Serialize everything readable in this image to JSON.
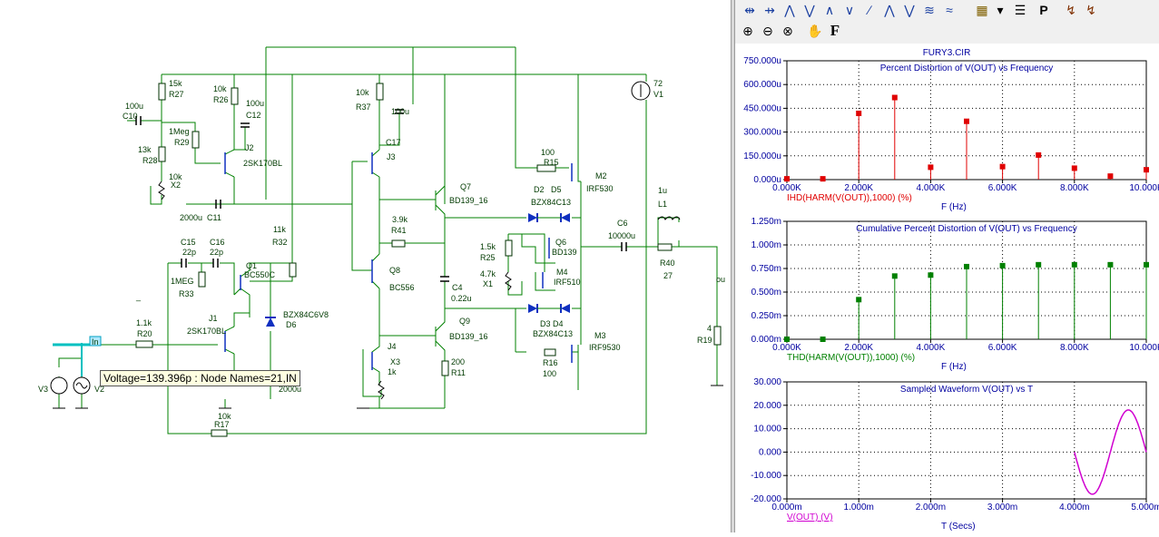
{
  "schematic": {
    "labels": [
      {
        "t": "15k"
      },
      {
        "t": "R27"
      },
      {
        "t": "10k"
      },
      {
        "t": "R26"
      },
      {
        "t": "100u"
      },
      {
        "t": "C10"
      },
      {
        "t": "100u"
      },
      {
        "t": "C12"
      },
      {
        "t": "1Meg"
      },
      {
        "t": "R29"
      },
      {
        "t": "J2"
      },
      {
        "t": "2SK170BL"
      },
      {
        "t": "13k"
      },
      {
        "t": "R28"
      },
      {
        "t": "10k"
      },
      {
        "t": "X2"
      },
      {
        "t": "2000u"
      },
      {
        "t": "C11"
      },
      {
        "t": "10k"
      },
      {
        "t": "R37"
      },
      {
        "t": "100u"
      },
      {
        "t": "C17"
      },
      {
        "t": "J3"
      },
      {
        "t": "Q7"
      },
      {
        "t": "BD139_16"
      },
      {
        "t": "3.9k"
      },
      {
        "t": "R41"
      },
      {
        "t": "Q8"
      },
      {
        "t": "BC556"
      },
      {
        "t": "C4"
      },
      {
        "t": "0.22u"
      },
      {
        "t": "Q9"
      },
      {
        "t": "BD139_16"
      },
      {
        "t": "J4"
      },
      {
        "t": "X3"
      },
      {
        "t": "1k"
      },
      {
        "t": "200"
      },
      {
        "t": "R11"
      },
      {
        "t": "100"
      },
      {
        "t": "R15"
      },
      {
        "t": "M2"
      },
      {
        "t": "IRF530"
      },
      {
        "t": "D2"
      },
      {
        "t": "D5"
      },
      {
        "t": "BZX84C13"
      },
      {
        "t": "Q6"
      },
      {
        "t": "BD139"
      },
      {
        "t": "1.5k"
      },
      {
        "t": "R25"
      },
      {
        "t": "4.7k"
      },
      {
        "t": "X1"
      },
      {
        "t": "M4"
      },
      {
        "t": "IRF510"
      },
      {
        "t": "D3"
      },
      {
        "t": "D4"
      },
      {
        "t": "BZX84C13"
      },
      {
        "t": "M3"
      },
      {
        "t": "IRF9530"
      },
      {
        "t": "R16"
      },
      {
        "t": "100"
      },
      {
        "t": "72"
      },
      {
        "t": "V1"
      },
      {
        "t": "1u"
      },
      {
        "t": "L1"
      },
      {
        "t": "C6"
      },
      {
        "t": "10000u"
      },
      {
        "t": "R40"
      },
      {
        "t": "27"
      },
      {
        "t": "4"
      },
      {
        "t": "R19"
      },
      {
        "t": "ou"
      },
      {
        "t": "C15"
      },
      {
        "t": "22p"
      },
      {
        "t": "C16"
      },
      {
        "t": "22p"
      },
      {
        "t": "Q1"
      },
      {
        "t": "BC550C"
      },
      {
        "t": "11k"
      },
      {
        "t": "R32"
      },
      {
        "t": "1MEG"
      },
      {
        "t": "R33"
      },
      {
        "t": "J1"
      },
      {
        "t": "2SK170BL"
      },
      {
        "t": "BZX84C6V8"
      },
      {
        "t": "D6"
      },
      {
        "t": "1.1k"
      },
      {
        "t": "R20"
      },
      {
        "t": "In"
      },
      {
        "t": "V3"
      },
      {
        "t": "V2"
      },
      {
        "t": "2000u"
      },
      {
        "t": "10k"
      },
      {
        "t": "R17"
      },
      {
        "t": "_"
      }
    ],
    "tooltip": "Voltage=139.396p : Node Names=21,IN"
  },
  "toolbar": {
    "row1": [
      "cursor-peak-icon",
      "cursor-valley-icon",
      "peak-icon",
      "valley-icon",
      "high-icon",
      "low-icon",
      "slope-icon",
      "rise-icon",
      "fall-icon",
      "inflection-icon",
      "wave-icon",
      "tag-icon",
      "dropdown-icon",
      "table-icon",
      "P",
      "cursor-next-icon",
      "cursor-prev-icon"
    ],
    "row2": [
      "zoom-in-icon",
      "zoom-out-icon",
      "zoom-fit-icon",
      "pan-icon",
      "F"
    ]
  },
  "plots": {
    "file_title": "FURY3.CIR",
    "colors": {
      "plot1": "#e00000",
      "plot2": "#008000",
      "plot3": "#d000d0",
      "axis": "#0000a0",
      "grid": "#000000"
    }
  },
  "chart_data": [
    {
      "type": "bar",
      "title": "Percent Distortion of V(OUT) vs Frequency",
      "xlabel": "F (Hz)",
      "ylabel": "",
      "series_label": "IHD(HARM(V(OUT)),1000) (%)",
      "x": [
        0,
        1000,
        2000,
        3000,
        4000,
        5000,
        6000,
        7000,
        8000,
        9000,
        10000
      ],
      "values": [
        5,
        5,
        418,
        518,
        78,
        368,
        82,
        155,
        72,
        22,
        62
      ],
      "xlim": [
        0,
        10000
      ],
      "ylim": [
        0,
        750
      ],
      "yticks": [
        "0.000u",
        "150.000u",
        "300.000u",
        "450.000u",
        "600.000u",
        "750.000u"
      ],
      "xticks": [
        "0.000K",
        "2.000K",
        "4.000K",
        "6.000K",
        "8.000K",
        "10.000K"
      ]
    },
    {
      "type": "bar",
      "title": "Cumulative Percent Distortion of V(OUT) vs Frequency",
      "xlabel": "F (Hz)",
      "ylabel": "",
      "series_label": "THD(HARM(V(OUT)),1000) (%)",
      "x": [
        0,
        1000,
        2000,
        3000,
        4000,
        5000,
        6000,
        7000,
        8000,
        9000,
        10000
      ],
      "values": [
        0.0,
        0.0,
        0.42,
        0.67,
        0.68,
        0.77,
        0.78,
        0.79,
        0.79,
        0.79,
        0.79
      ],
      "xlim": [
        0,
        10000
      ],
      "ylim": [
        0,
        1.25
      ],
      "yticks": [
        "0.000m",
        "0.250m",
        "0.500m",
        "0.750m",
        "1.000m",
        "1.250m"
      ],
      "xticks": [
        "0.000K",
        "2.000K",
        "4.000K",
        "6.000K",
        "8.000K",
        "10.000K"
      ]
    },
    {
      "type": "line",
      "title": "Sampled Waveform  V(OUT) vs T",
      "xlabel": "T (Secs)",
      "ylabel": "",
      "series_label": "V(OUT) (V)",
      "x_start_ms": 4.0,
      "x_end_ms": 5.0,
      "amplitude": 18,
      "xlim": [
        0,
        5
      ],
      "ylim": [
        -20,
        30
      ],
      "yticks": [
        "-20.000",
        "-10.000",
        "0.000",
        "10.000",
        "20.000",
        "30.000"
      ],
      "xticks": [
        "0.000m",
        "1.000m",
        "2.000m",
        "3.000m",
        "4.000m",
        "5.000m"
      ]
    }
  ]
}
